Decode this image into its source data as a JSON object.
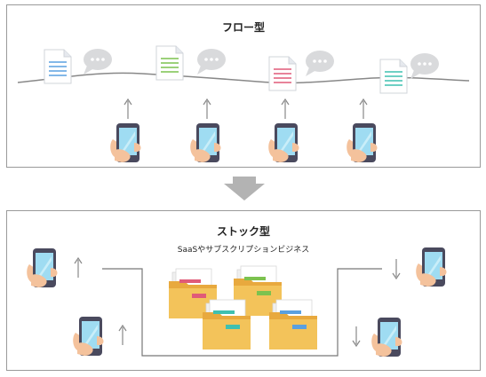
{
  "flow": {
    "title": "フロー型"
  },
  "stock": {
    "title": "ストック型",
    "subtitle": "SaaSやサブスクリプションビジネス"
  },
  "colors": {
    "border": "#9a9a9a",
    "arrow_gray": "#b3b3b3",
    "doc_blue": "#5aa0e0",
    "doc_green": "#7cc24f",
    "doc_red": "#e05a78",
    "doc_teal": "#3fc0b0",
    "folder": "#f3c35a",
    "phone_body": "#4a4a5e",
    "phone_screen": "#9fdcf2",
    "skin": "#f4c29c"
  }
}
